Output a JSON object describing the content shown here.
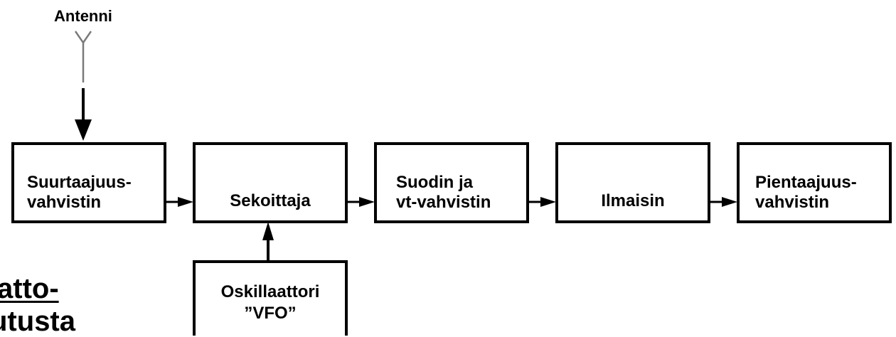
{
  "diagram": {
    "antenna_label": "Antenni",
    "blocks": {
      "rf_amp": {
        "line1": "Suurtaajuus-",
        "line2": "vahvistin"
      },
      "mixer": {
        "line1": "Sekoittaja"
      },
      "filter_if": {
        "line1": "Suodin ja",
        "line2": "vt-vahvistin"
      },
      "detector": {
        "line1": "Ilmaisin"
      },
      "af_amp": {
        "line1": "Pientaajuus-",
        "line2": "vahvistin"
      },
      "oscillator": {
        "line1": "Oskillaattori",
        "line2": "”VFO”"
      }
    }
  },
  "partial_text": {
    "line1": "atto-",
    "line2": "utusta"
  }
}
